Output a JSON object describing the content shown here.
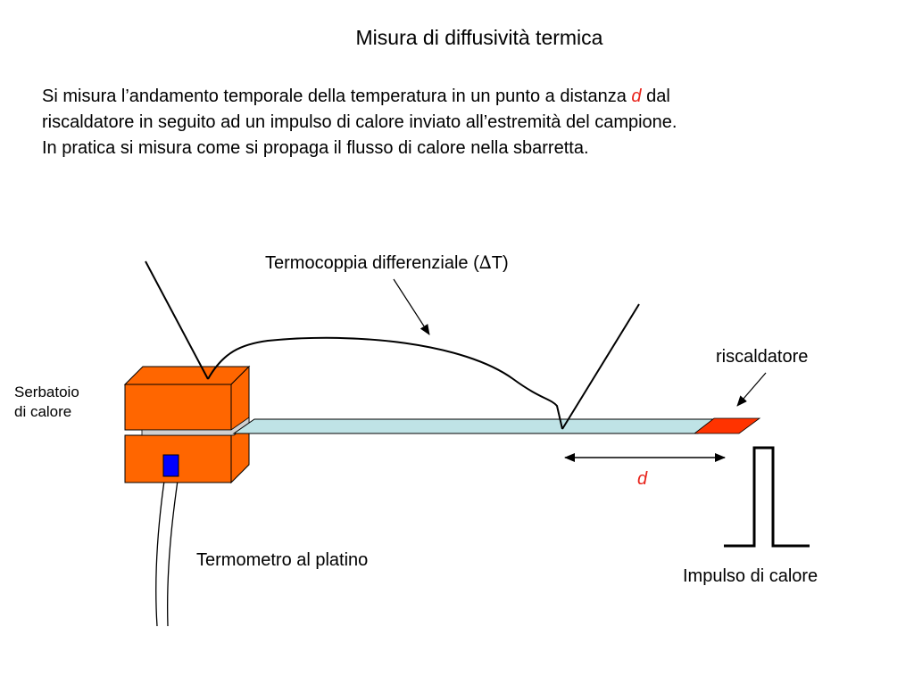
{
  "slide": {
    "title": "Misura di diffusività termica",
    "paragraph": {
      "line1_before": "Si misura l’andamento temporale della temperatura in un punto a distanza ",
      "line1_accent": "d",
      "line1_after": " dal",
      "line2": "riscaldatore in seguito ad un impulso di calore inviato all’estremità del campione.",
      "line3": "In pratica si misura come si propaga il flusso di calore nella sbarretta."
    }
  },
  "diagram": {
    "labels": {
      "thermocouple_prefix": "Termocoppia differenziale (",
      "thermocouple_symbol": "∆",
      "thermocouple_suffix": "T)",
      "heater": "riscaldatore",
      "reservoir_line1": "Serbatoio",
      "reservoir_line2": "di calore",
      "distance": "d",
      "thermometer": "Termometro al platino",
      "pulse": "Impulso di calore"
    },
    "colors": {
      "reservoir": "#ff6600",
      "rod": "#bfe3e6",
      "heater": "#ff3300",
      "sensor": "#0000ff",
      "accent": "#e8231b"
    }
  }
}
